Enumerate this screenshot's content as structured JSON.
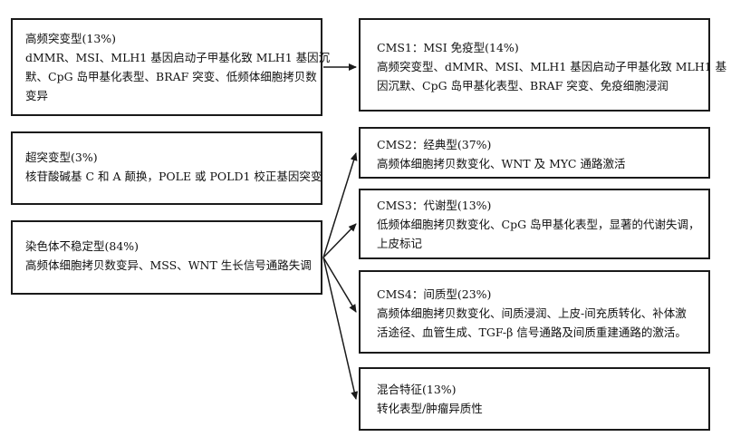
{
  "left_boxes": [
    {
      "id": "hypermutated",
      "title": "高频突变型(13%)",
      "lines": [
        "dMMR、MSI、MLH1 基因启动子甲基化致 MLH1 基因沉",
        "默、CpG 岛甲基化表型、BRAF 突变、低频体细胞拷贝数",
        "变异"
      ]
    },
    {
      "id": "ultramutated",
      "title": "超突变型(3%)",
      "lines": [
        "核苷酸碱基 C 和 A 颠换，POLE 或 POLD1 校正基因突变"
      ]
    },
    {
      "id": "chromosomal-instability",
      "title": "染色体不稳定型(84%)",
      "lines": [
        "高频体细胞拷贝数变异、MSS、WNT 生长信号通路失调"
      ]
    }
  ],
  "right_boxes": [
    {
      "id": "cms1",
      "title": "CMS1：MSI 免疫型(14%)",
      "lines": [
        "高频突变型、dMMR、MSI、MLH1 基因启动子甲基化致 MLH1 基",
        "因沉默、CpG 岛甲基化表型、BRAF 突变、免疫细胞浸润"
      ]
    },
    {
      "id": "cms2",
      "title": "CMS2：经典型(37%)",
      "lines": [
        "高频体细胞拷贝数变化、WNT 及 MYC 通路激活"
      ]
    },
    {
      "id": "cms3",
      "title": "CMS3：代谢型(13%)",
      "lines": [
        "低频体细胞拷贝数变化、CpG 岛甲基化表型，显著的代谢失调，",
        "上皮标记"
      ]
    },
    {
      "id": "cms4",
      "title": "CMS4：间质型(23%)",
      "lines": [
        "高频体细胞拷贝数变化、间质浸润、上皮-间充质转化、补体激",
        "活途径、血管生成、TGF-β 信号通路及间质重建通路的激活。"
      ]
    },
    {
      "id": "mixed",
      "title": "混合特征(13%)",
      "lines": [
        "转化表型/肿瘤异质性"
      ]
    }
  ]
}
